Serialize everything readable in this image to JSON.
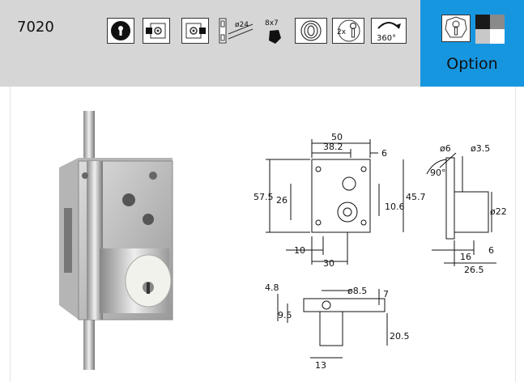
{
  "header": {
    "product_code": "7020",
    "icons": [
      {
        "name": "cylinder-key-icon"
      },
      {
        "name": "deadbolt-left-icon"
      },
      {
        "name": "deadbolt-right-icon"
      },
      {
        "name": "rod-diameter-icon",
        "text": "ø24"
      },
      {
        "name": "square-spindle-icon",
        "text": "8x7"
      },
      {
        "name": "cylinder-ring-icon"
      },
      {
        "name": "two-keys-icon",
        "text": "2x"
      },
      {
        "name": "rotation-360-icon",
        "text": "360°"
      }
    ],
    "option": {
      "label": "Option",
      "accent_color": "#1796e0"
    }
  },
  "drawing": {
    "front_view": {
      "width": "50",
      "offset": "38.2",
      "edge": "6",
      "height_total": "57.5",
      "height_inner": "26",
      "spindle_offset": "10.6",
      "center_height": "45.7",
      "bottom_left": "10",
      "bottom_width": "30"
    },
    "side_view": {
      "hole": "ø6",
      "screw": "ø3.5",
      "angle": "90°",
      "cylinder_diameter": "ø22",
      "depth_a": "16",
      "depth_b": "6",
      "depth_total": "26.5"
    },
    "top_view": {
      "thickness": "4.8",
      "bolt_hole": "ø8.5",
      "offset_top": "7",
      "offset_left": "9.5",
      "height": "20.5",
      "width": "13"
    }
  }
}
